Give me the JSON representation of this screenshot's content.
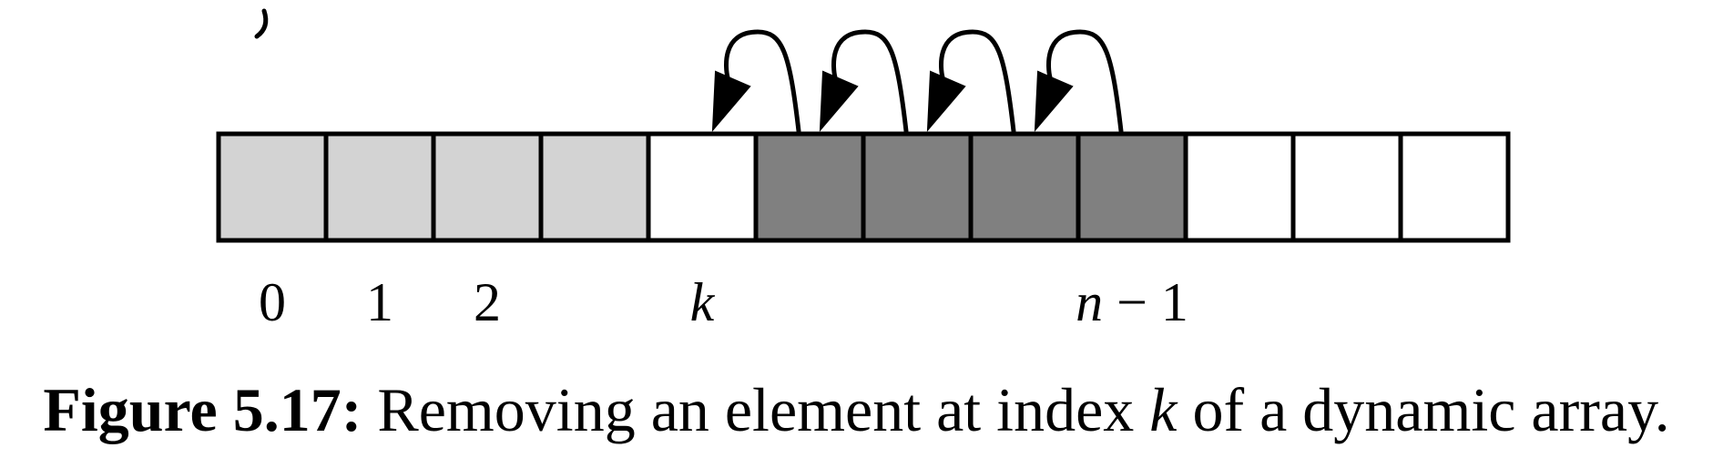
{
  "array": {
    "cell_count": 12,
    "cells": [
      {
        "state": "kept"
      },
      {
        "state": "kept"
      },
      {
        "state": "kept"
      },
      {
        "state": "kept"
      },
      {
        "state": "removed"
      },
      {
        "state": "shifted"
      },
      {
        "state": "shifted"
      },
      {
        "state": "shifted"
      },
      {
        "state": "shifted"
      },
      {
        "state": "empty"
      },
      {
        "state": "empty"
      },
      {
        "state": "empty"
      }
    ],
    "fill_colors": {
      "kept": "#d3d3d3",
      "removed": "#ffffff",
      "shifted": "#808080",
      "empty": "#ffffff"
    },
    "border_color": "#000000"
  },
  "indices": [
    {
      "cell": 0,
      "text": "0",
      "italic": false
    },
    {
      "cell": 1,
      "text": "1",
      "italic": false
    },
    {
      "cell": 2,
      "text": "2",
      "italic": false
    },
    {
      "cell": 4,
      "text": "k",
      "italic": true
    },
    {
      "cell": 8,
      "text": "n − 1",
      "italic": false
    }
  ],
  "arrows": [
    {
      "from_cell": 5,
      "to_cell": 4
    },
    {
      "from_cell": 6,
      "to_cell": 5
    },
    {
      "from_cell": 7,
      "to_cell": 6
    },
    {
      "from_cell": 8,
      "to_cell": 7
    }
  ],
  "caption": {
    "label": "Figure 5.17:",
    "text_before": " Removing an element at index ",
    "variable": "k",
    "text_after": " of a dynamic array."
  }
}
